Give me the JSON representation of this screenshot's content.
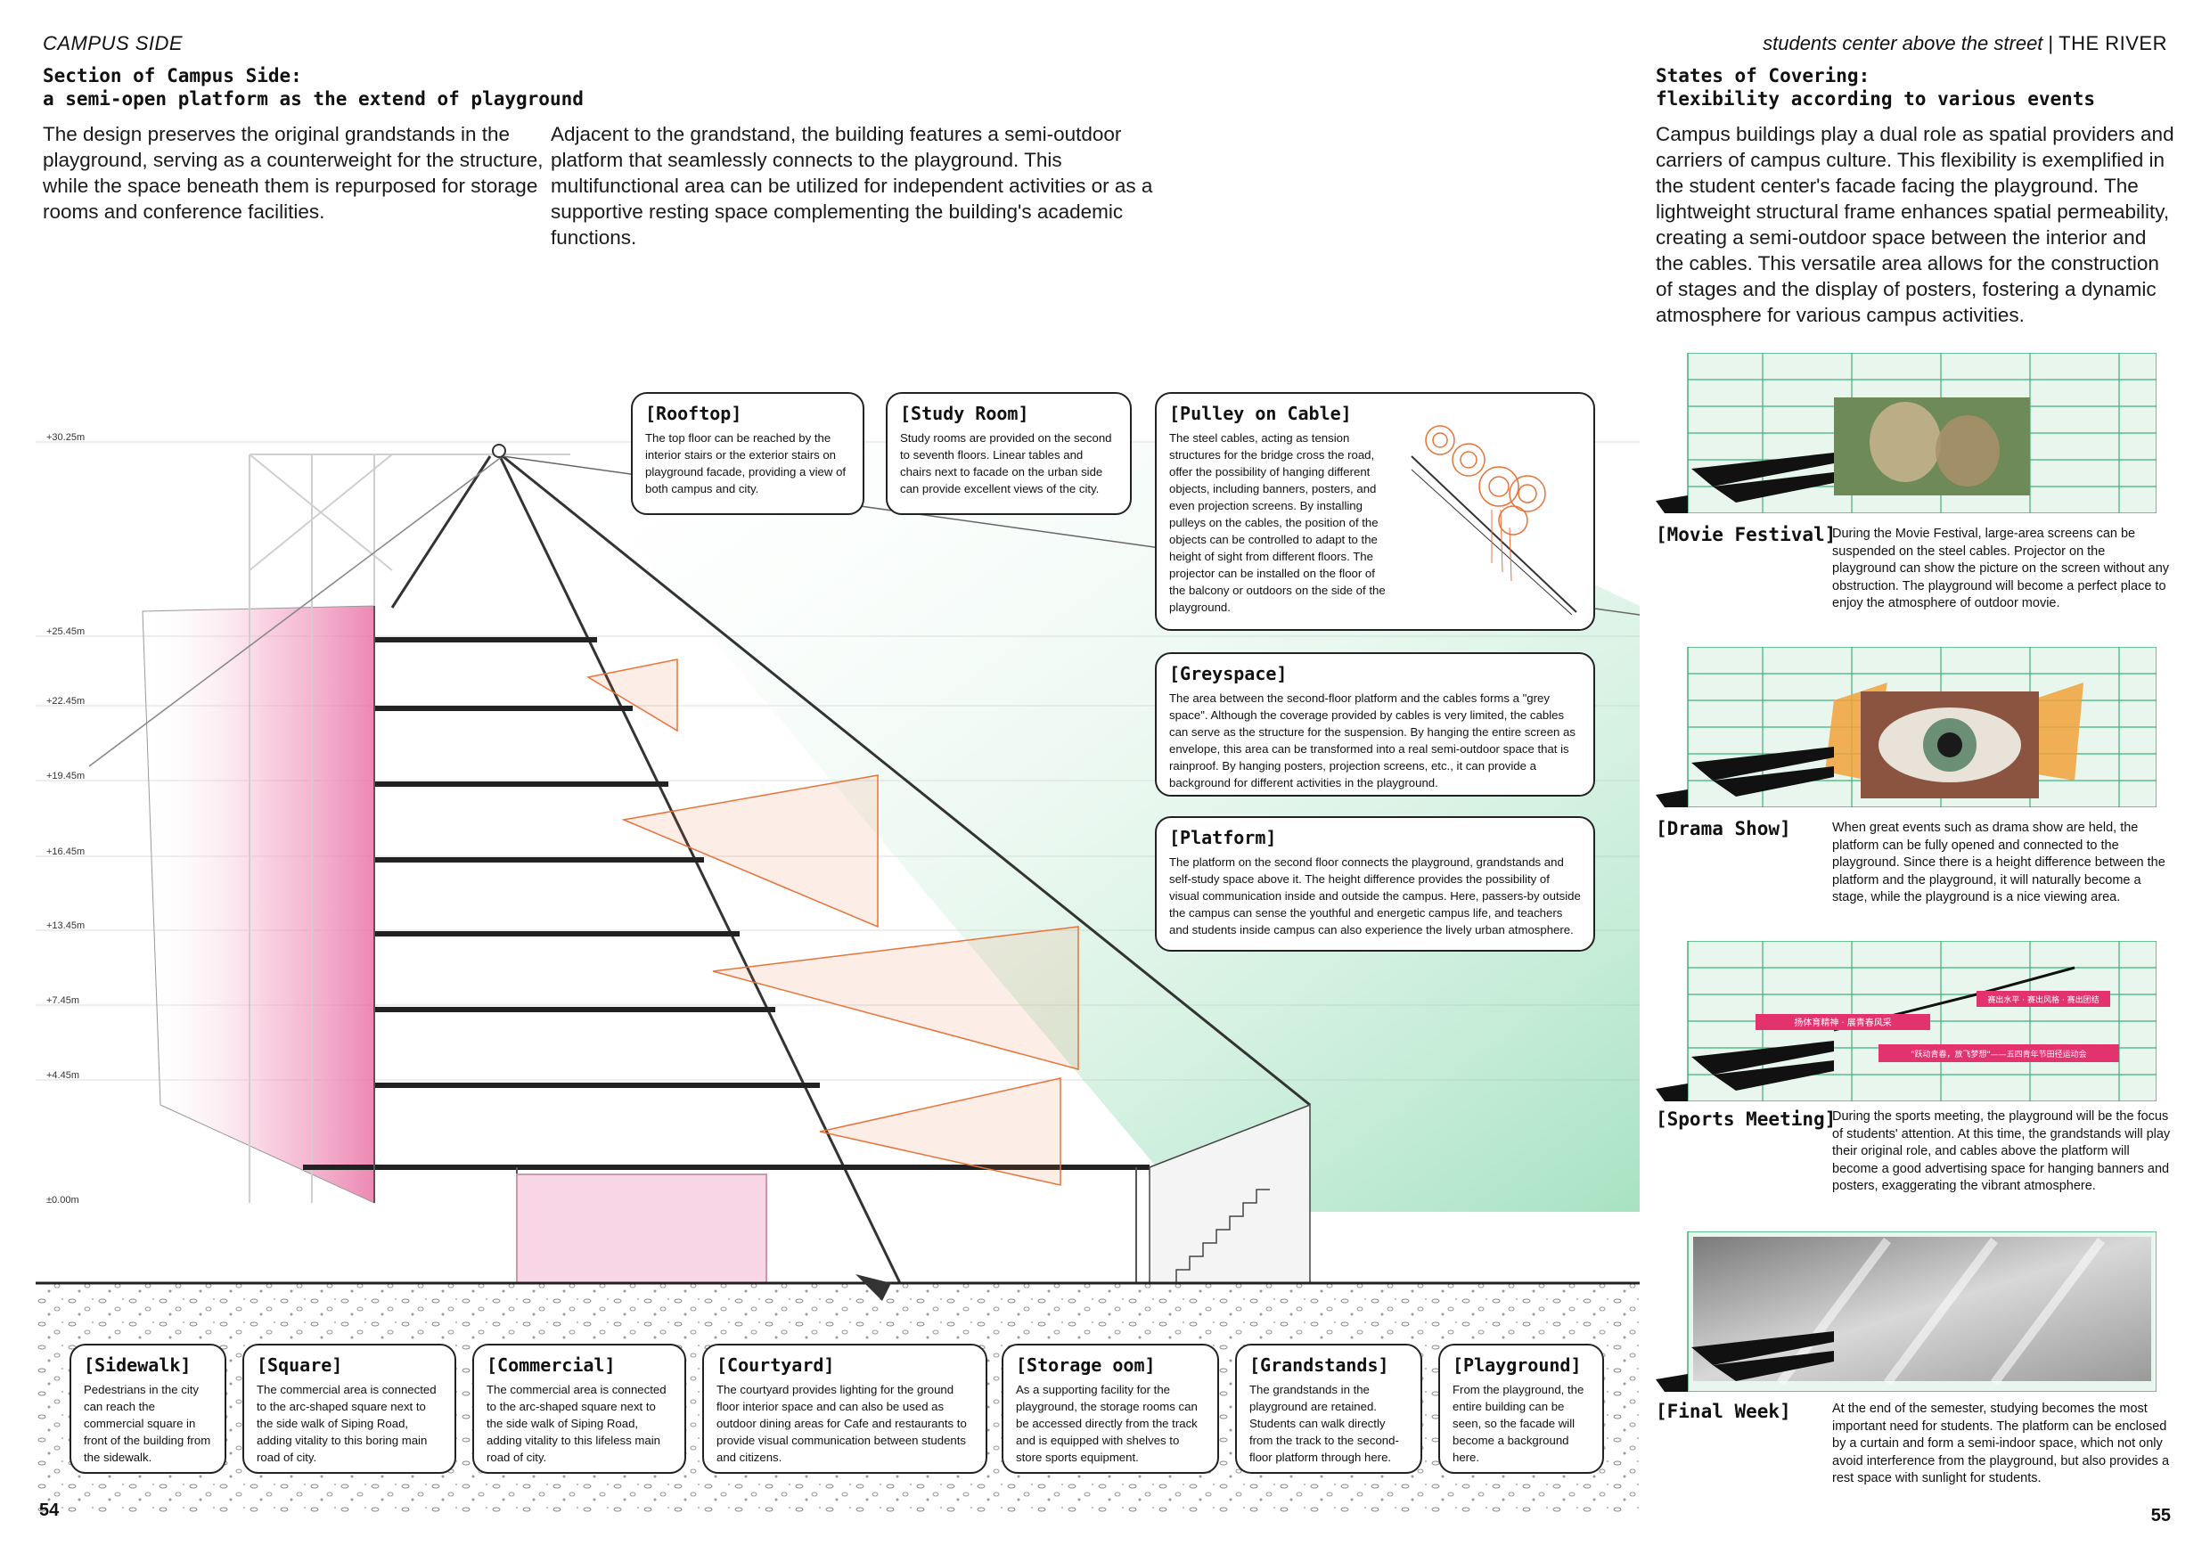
{
  "header": {
    "left_label": "CAMPUS SIDE",
    "right_italic": "students center above the street",
    "right_separator": "|",
    "right_title": "THE RIVER"
  },
  "section": {
    "title_line1": "Section of Campus Side:",
    "title_line2": "a semi-open platform as the extend of playground",
    "para_left": "The design preserves the original grandstands in the playground, serving as a counterweight for the structure, while the space beneath them is repurposed for storage rooms and conference facilities.",
    "para_mid": "Adjacent to the grandstand, the building features a semi-outdoor platform that seamlessly connects to the playground. This multifunctional area can be utilized for independent activities or as a supportive resting space complementing the building's academic functions."
  },
  "states": {
    "title_line1": "States of Covering:",
    "title_line2": "flexibility according to various events",
    "para": "Campus buildings play a dual role as spatial providers and carriers of campus culture. This flexibility is exemplified in the student center's facade facing the playground. The lightweight structural frame enhances spatial permeability, creating a semi-outdoor space between the interior and the cables. This versatile area allows for the construction of stages and the display of posters, fostering a dynamic atmosphere for various campus activities.",
    "items": [
      {
        "title": "[Movie Festival]",
        "desc": "During the Movie Festival, large-area screens can be suspended on the steel cables. Projector on the playground can show the picture on the screen without any obstruction. The playground will become a perfect place to enjoy the atmosphere of outdoor movie."
      },
      {
        "title": "[Drama Show]",
        "desc": "When great events such as drama show are held, the platform can be fully opened and connected to the playground. Since there is a height difference between the platform and the playground, it will naturally become a stage, while the playground is a nice viewing area."
      },
      {
        "title": "[Sports Meeting]",
        "desc": "During the sports meeting, the playground will be the focus of students' attention. At this time, the grandstands will play their original role, and cables above the platform will become a good advertising space for hanging banners and posters, exaggerating the vibrant atmosphere."
      },
      {
        "title": "[Final Week]",
        "desc": "At the end of the semester, studying becomes the most important need for students. The platform can be enclosed by a curtain and form a semi-indoor space, which not only avoid  interference from the playground, but also provides a rest space with sunlight for students."
      }
    ],
    "banner_texts": [
      "赛出水平 · 赛出风格 · 赛出团结",
      "扬体育精神 · 展青春风采",
      "\"跃动青春，放飞梦想\"——五四青年节田径运动会"
    ]
  },
  "callouts_top": [
    {
      "title": "[Rooftop]",
      "body": "The top floor can be reached by the interior stairs or the exterior stairs on playground facade, providing a view of both campus and city."
    },
    {
      "title": "[Study Room]",
      "body": "Study rooms are provided on the second to seventh floors. Linear tables and chairs next to facade on the urban side can provide excellent views of the city."
    },
    {
      "title": "[Pulley on Cable]",
      "body": "The steel cables, acting as tension structures for the bridge cross the road, offer the possibility of hanging different objects, including banners, posters, and even projection screens. By installing pulleys on the cables, the position of the objects can be controlled to adapt to the height of sight from different floors. The projector can be installed on the floor of the balcony or outdoors on the side of the playground."
    },
    {
      "title": "[Greyspace]",
      "body": "The area between the second-floor platform and the cables forms a \"grey space\". Although the coverage provided by cables is very limited, the cables can serve as the structure for the suspension. By hanging the entire screen as envelope, this area can be transformed into a real semi-outdoor space that is rainproof. By hanging posters, projection screens, etc., it can provide a background for different activities in the playground."
    },
    {
      "title": "[Platform]",
      "body": "The platform on the second floor connects the playground, grandstands and self-study space above it. The height difference provides the possibility of visual communication inside and outside the campus. Here, passers-by outside the campus can sense the youthful and energetic campus life, and teachers and students inside campus can also experience the lively urban atmosphere."
    }
  ],
  "callouts_bottom": [
    {
      "title": "[Sidewalk]",
      "body": "Pedestrians in the city can reach the commercial square in front of the building from the sidewalk."
    },
    {
      "title": "[Square]",
      "body": "The commercial area is connected to the arc-shaped square next to the side walk of Siping Road, adding vitality to this boring main road of city."
    },
    {
      "title": "[Commercial]",
      "body": "The commercial area is connected to the arc-shaped square next to the side walk of Siping Road, adding vitality to this lifeless main road of city."
    },
    {
      "title": "[Courtyard]",
      "body": "The courtyard provides lighting for the ground floor interior space and can also be used as outdoor dining areas for Cafe and restaurants to provide visual communication between students and citizens."
    },
    {
      "title": "[Storage oom]",
      "body": "As a supporting facility for the playground, the storage rooms can be accessed directly from the track and is equipped with shelves to store sports equipment."
    },
    {
      "title": "[Grandstands]",
      "body": "The grandstands in the playground are retained. Students can walk directly from the track to the second-floor platform through here."
    },
    {
      "title": "[Playground]",
      "body": "From the playground, the entire building can be seen, so the facade will become a background here."
    }
  ],
  "levels": [
    "+30.25m",
    "+25.45m",
    "+22.45m",
    "+19.45m",
    "+16.45m",
    "+13.45m",
    "+7.45m",
    "+4.45m",
    "±0.00m"
  ],
  "pages": {
    "left": "54",
    "right": "55"
  },
  "colors": {
    "accent_orange": "#e8733a",
    "pink": "#e86aa0",
    "green": "#3db27a",
    "ink": "#111111"
  }
}
